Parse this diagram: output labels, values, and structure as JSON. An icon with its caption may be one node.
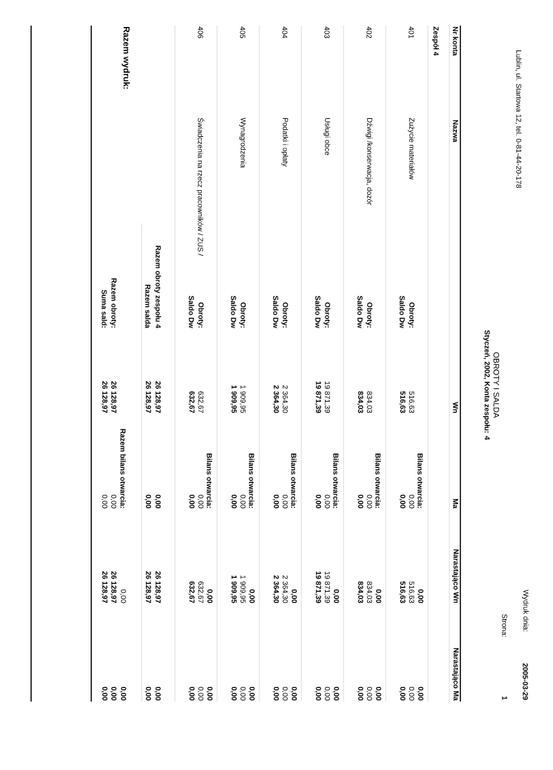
{
  "diagram": {
    "title": "OBROTY I SALDA",
    "labels": [
      "Lublin, ul. Startowa 12, tel. 0-81-44-20-178",
      "Wydruk dnia:",
      "2005-03-29",
      "Strona:",
      "1",
      "Styczeń, 2002, Konta zespołu: 4",
      "Nr konta",
      "Nazwa",
      "Wn",
      "Ma",
      "Narastająco Wn",
      "Narastająco Ma",
      "Zespół 4",
      "Bilans otwarcia:",
      "0,00",
      "0,00",
      "401",
      "Zużycie materiałów",
      "Obroty:",
      "516,63",
      "0,00",
      "516,63",
      "0,00",
      "Saldo Dw",
      "516,63",
      "0,00",
      "516,63",
      "0,00",
      "Bilans otwarcia:",
      "0,00",
      "0,00",
      "402",
      "Dźwigi /konserwacja, dozór",
      "Obroty:",
      "834,03",
      "0,00",
      "834,03",
      "0,00",
      "Saldo Dw",
      "834,03",
      "0,00",
      "834,03",
      "0,00",
      "Bilans otwarcia:",
      "0,00",
      "0,00",
      "403",
      "Usługi obce",
      "Obroty:",
      "19 871,39",
      "0,00",
      "19 871,39",
      "0,00",
      "Saldo Dw",
      "19 871,39",
      "0,00",
      "19 871,39",
      "0,00",
      "Bilans otwarcia:",
      "0,00",
      "0,00",
      "404",
      "Podatki i opłaty",
      "Obroty:",
      "2 364,30",
      "0,00",
      "2 364,30",
      "0,00",
      "Saldo Dw",
      "2 364,30",
      "0,00",
      "2 364,30",
      "0,00",
      "Bilans otwarcia:",
      "0,00",
      "0,00",
      "405",
      "Wynagrodzenia",
      "Obroty:",
      "1 909,95",
      "0,00",
      "1 909,95",
      "0,00",
      "Saldo Dw",
      "1 909,95",
      "0,00",
      "1 909,95",
      "0,00",
      "Bilans otwarcia:",
      "0,00",
      "0,00",
      "406",
      "Świadczenia na rzecz pracowników / ZUS /",
      "Obroty:",
      "632,67",
      "0,00",
      "632,67",
      "0,00",
      "Saldo Dw",
      "632,67",
      "0,00",
      "632,67",
      "0,00",
      "Razem obroty zespołu 4",
      "26 128,97",
      "0,00",
      "26 128,97",
      "0,00",
      "Razem salda",
      "26 128,97",
      "0,00",
      "26 128,97",
      "0,00",
      "Razem wydruk:",
      "Razem bilans otwarcia:",
      "0,00",
      "0,00",
      "Razem obroty:",
      "26 128,97",
      "0,00",
      "26 128,97",
      "0,00",
      "Suma sald:",
      "26 128,97",
      "0,00",
      "26 128,97",
      "0,00"
    ]
  }
}
